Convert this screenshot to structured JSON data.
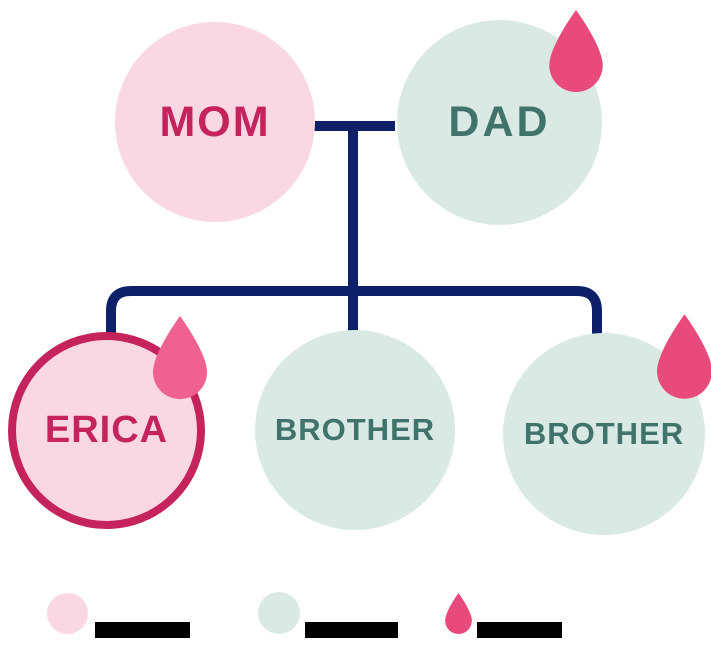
{
  "palette": {
    "pink_fill": "#F9D8E3",
    "teal_fill": "#DBE9E5",
    "crimson": "#C5235C",
    "teal_text": "#40736A",
    "navy": "#0E2168",
    "drop_pink": "#E84A7C",
    "drop_pink_light": "#EE6190",
    "redacted_bar": "#000000"
  },
  "nodes": {
    "mom": {
      "label": "MOM",
      "has_drop": false,
      "highlighted": false
    },
    "dad": {
      "label": "DAD",
      "has_drop": true,
      "highlighted": false
    },
    "erica": {
      "label": "ERICA",
      "has_drop": true,
      "highlighted": true
    },
    "brother1": {
      "label": "BROTHER",
      "has_drop": false,
      "highlighted": false
    },
    "brother2": {
      "label": "BROTHER",
      "has_drop": true,
      "highlighted": false
    }
  },
  "legend": {
    "items": [
      {
        "icon": "pink-circle",
        "label": "",
        "label_redacted": true
      },
      {
        "icon": "teal-circle",
        "label": "",
        "label_redacted": true
      },
      {
        "icon": "blood-drop",
        "label": "",
        "label_redacted": true
      }
    ]
  }
}
